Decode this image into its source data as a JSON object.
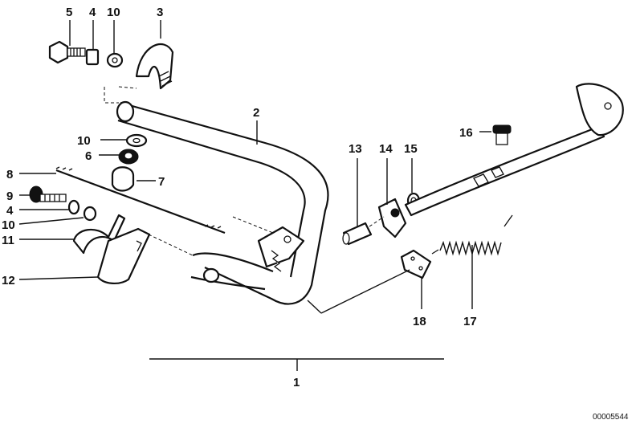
{
  "diagram": {
    "reference_number": "00005544",
    "labels": [
      "1",
      "2",
      "3",
      "4",
      "5",
      "6",
      "7",
      "8",
      "9",
      "10",
      "11",
      "12",
      "13",
      "14",
      "15",
      "16",
      "17",
      "18",
      "10",
      "4",
      "10"
    ]
  }
}
